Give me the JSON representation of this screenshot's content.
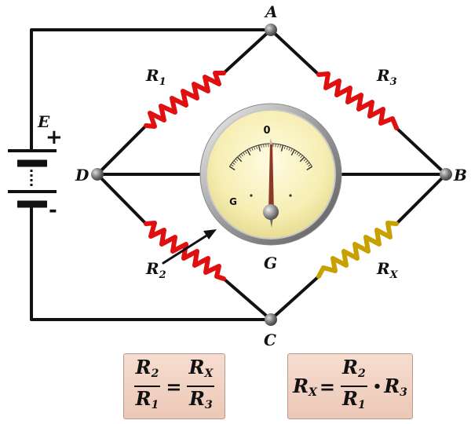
{
  "nodes": {
    "a": "A",
    "b": "B",
    "c": "C",
    "d": "D"
  },
  "battery": {
    "label": "E",
    "plus": "+",
    "minus": "-"
  },
  "resistors": {
    "r1": {
      "letter": "R",
      "sub": "1"
    },
    "r2": {
      "letter": "R",
      "sub": "2"
    },
    "r3": {
      "letter": "R",
      "sub": "3"
    },
    "rx": {
      "letter": "R",
      "sub": "X"
    }
  },
  "galvanometer": {
    "label": "G",
    "dial_label": "G",
    "zero": "0"
  },
  "formulas": {
    "balance": {
      "left_num": {
        "letter": "R",
        "sub": "2"
      },
      "left_den": {
        "letter": "R",
        "sub": "1"
      },
      "equals": "=",
      "right_num": {
        "letter": "R",
        "sub": "X"
      },
      "right_den": {
        "letter": "R",
        "sub": "3"
      }
    },
    "solution": {
      "lhs": {
        "letter": "R",
        "sub": "X"
      },
      "equals": "=",
      "num": {
        "letter": "R",
        "sub": "2"
      },
      "den": {
        "letter": "R",
        "sub": "1"
      },
      "dot": "•",
      "tail": {
        "letter": "R",
        "sub": "3"
      }
    }
  },
  "colors": {
    "wire": "#111111",
    "resistor_red": "#e01010",
    "resistor_gold": "#c8a000",
    "node": "#777777",
    "meter_face": "#f8f0b8",
    "formula_bg": "#f0d2c2"
  }
}
